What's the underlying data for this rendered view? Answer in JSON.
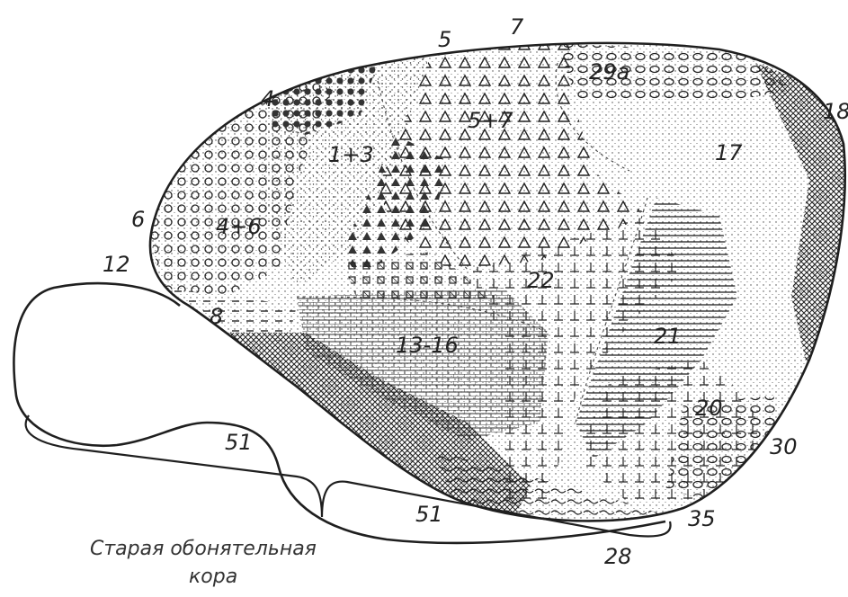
{
  "labels": {
    "a4": "4",
    "a5": "5",
    "a7": "7",
    "a29a": "29a",
    "a18": "18",
    "a1_3": "1+3",
    "a5_7": "5+7",
    "a17": "17",
    "a6": "6",
    "a4_6": "4+6",
    "a12": "12",
    "a8": "8",
    "a22": "22",
    "a13_16": "13-16",
    "a21": "21",
    "a20": "20",
    "a30": "30",
    "a51_left": "51",
    "a51_bottom": "51",
    "a35": "35",
    "a28": "28"
  },
  "caption": {
    "line1": "Старая обонятельная",
    "line2": "кора"
  },
  "colors": {
    "ink": "#2a2a2a",
    "paper": "#ffffff"
  }
}
